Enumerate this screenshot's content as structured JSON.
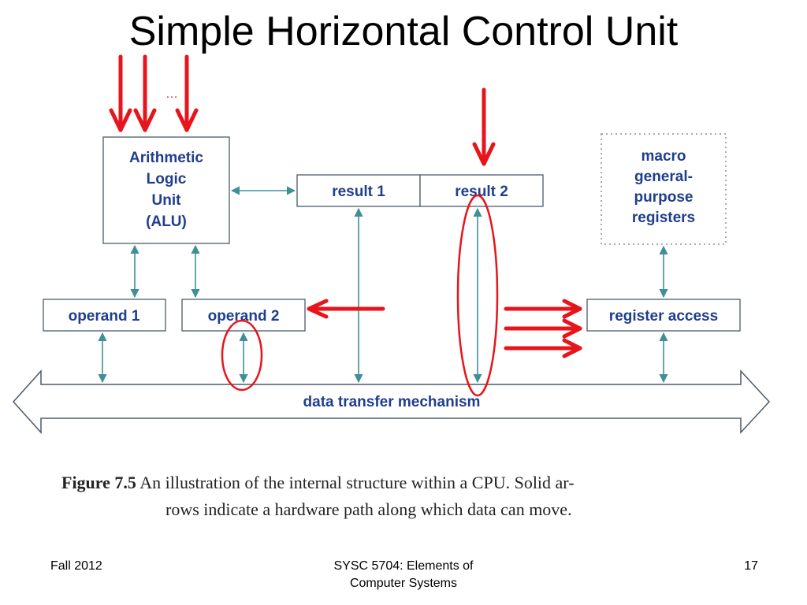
{
  "slide": {
    "title": "Simple Horizontal Control Unit",
    "ellipsis": "…"
  },
  "diagram": {
    "alu": [
      "Arithmetic",
      "Logic",
      "Unit",
      "(ALU)"
    ],
    "result1": "result 1",
    "result2": "result 2",
    "macro": [
      "macro",
      "general-",
      "purpose",
      "registers"
    ],
    "operand1": "operand 1",
    "operand2": "operand 2",
    "register_access": "register access",
    "bus": "data transfer mechanism"
  },
  "caption": {
    "label": "Figure 7.5",
    "line1": "An illustration of the internal structure within a CPU.  Solid ar-",
    "line2": "rows indicate a hardware path along which data can move."
  },
  "footer": {
    "left": "Fall 2012",
    "center_line1": "SYSC 5704: Elements of",
    "center_line2": "Computer Systems",
    "right": "17"
  },
  "colors": {
    "annotation": "#e8141b",
    "box_text": "#1f3e8c",
    "arrow_teal": "#3f8f98"
  }
}
